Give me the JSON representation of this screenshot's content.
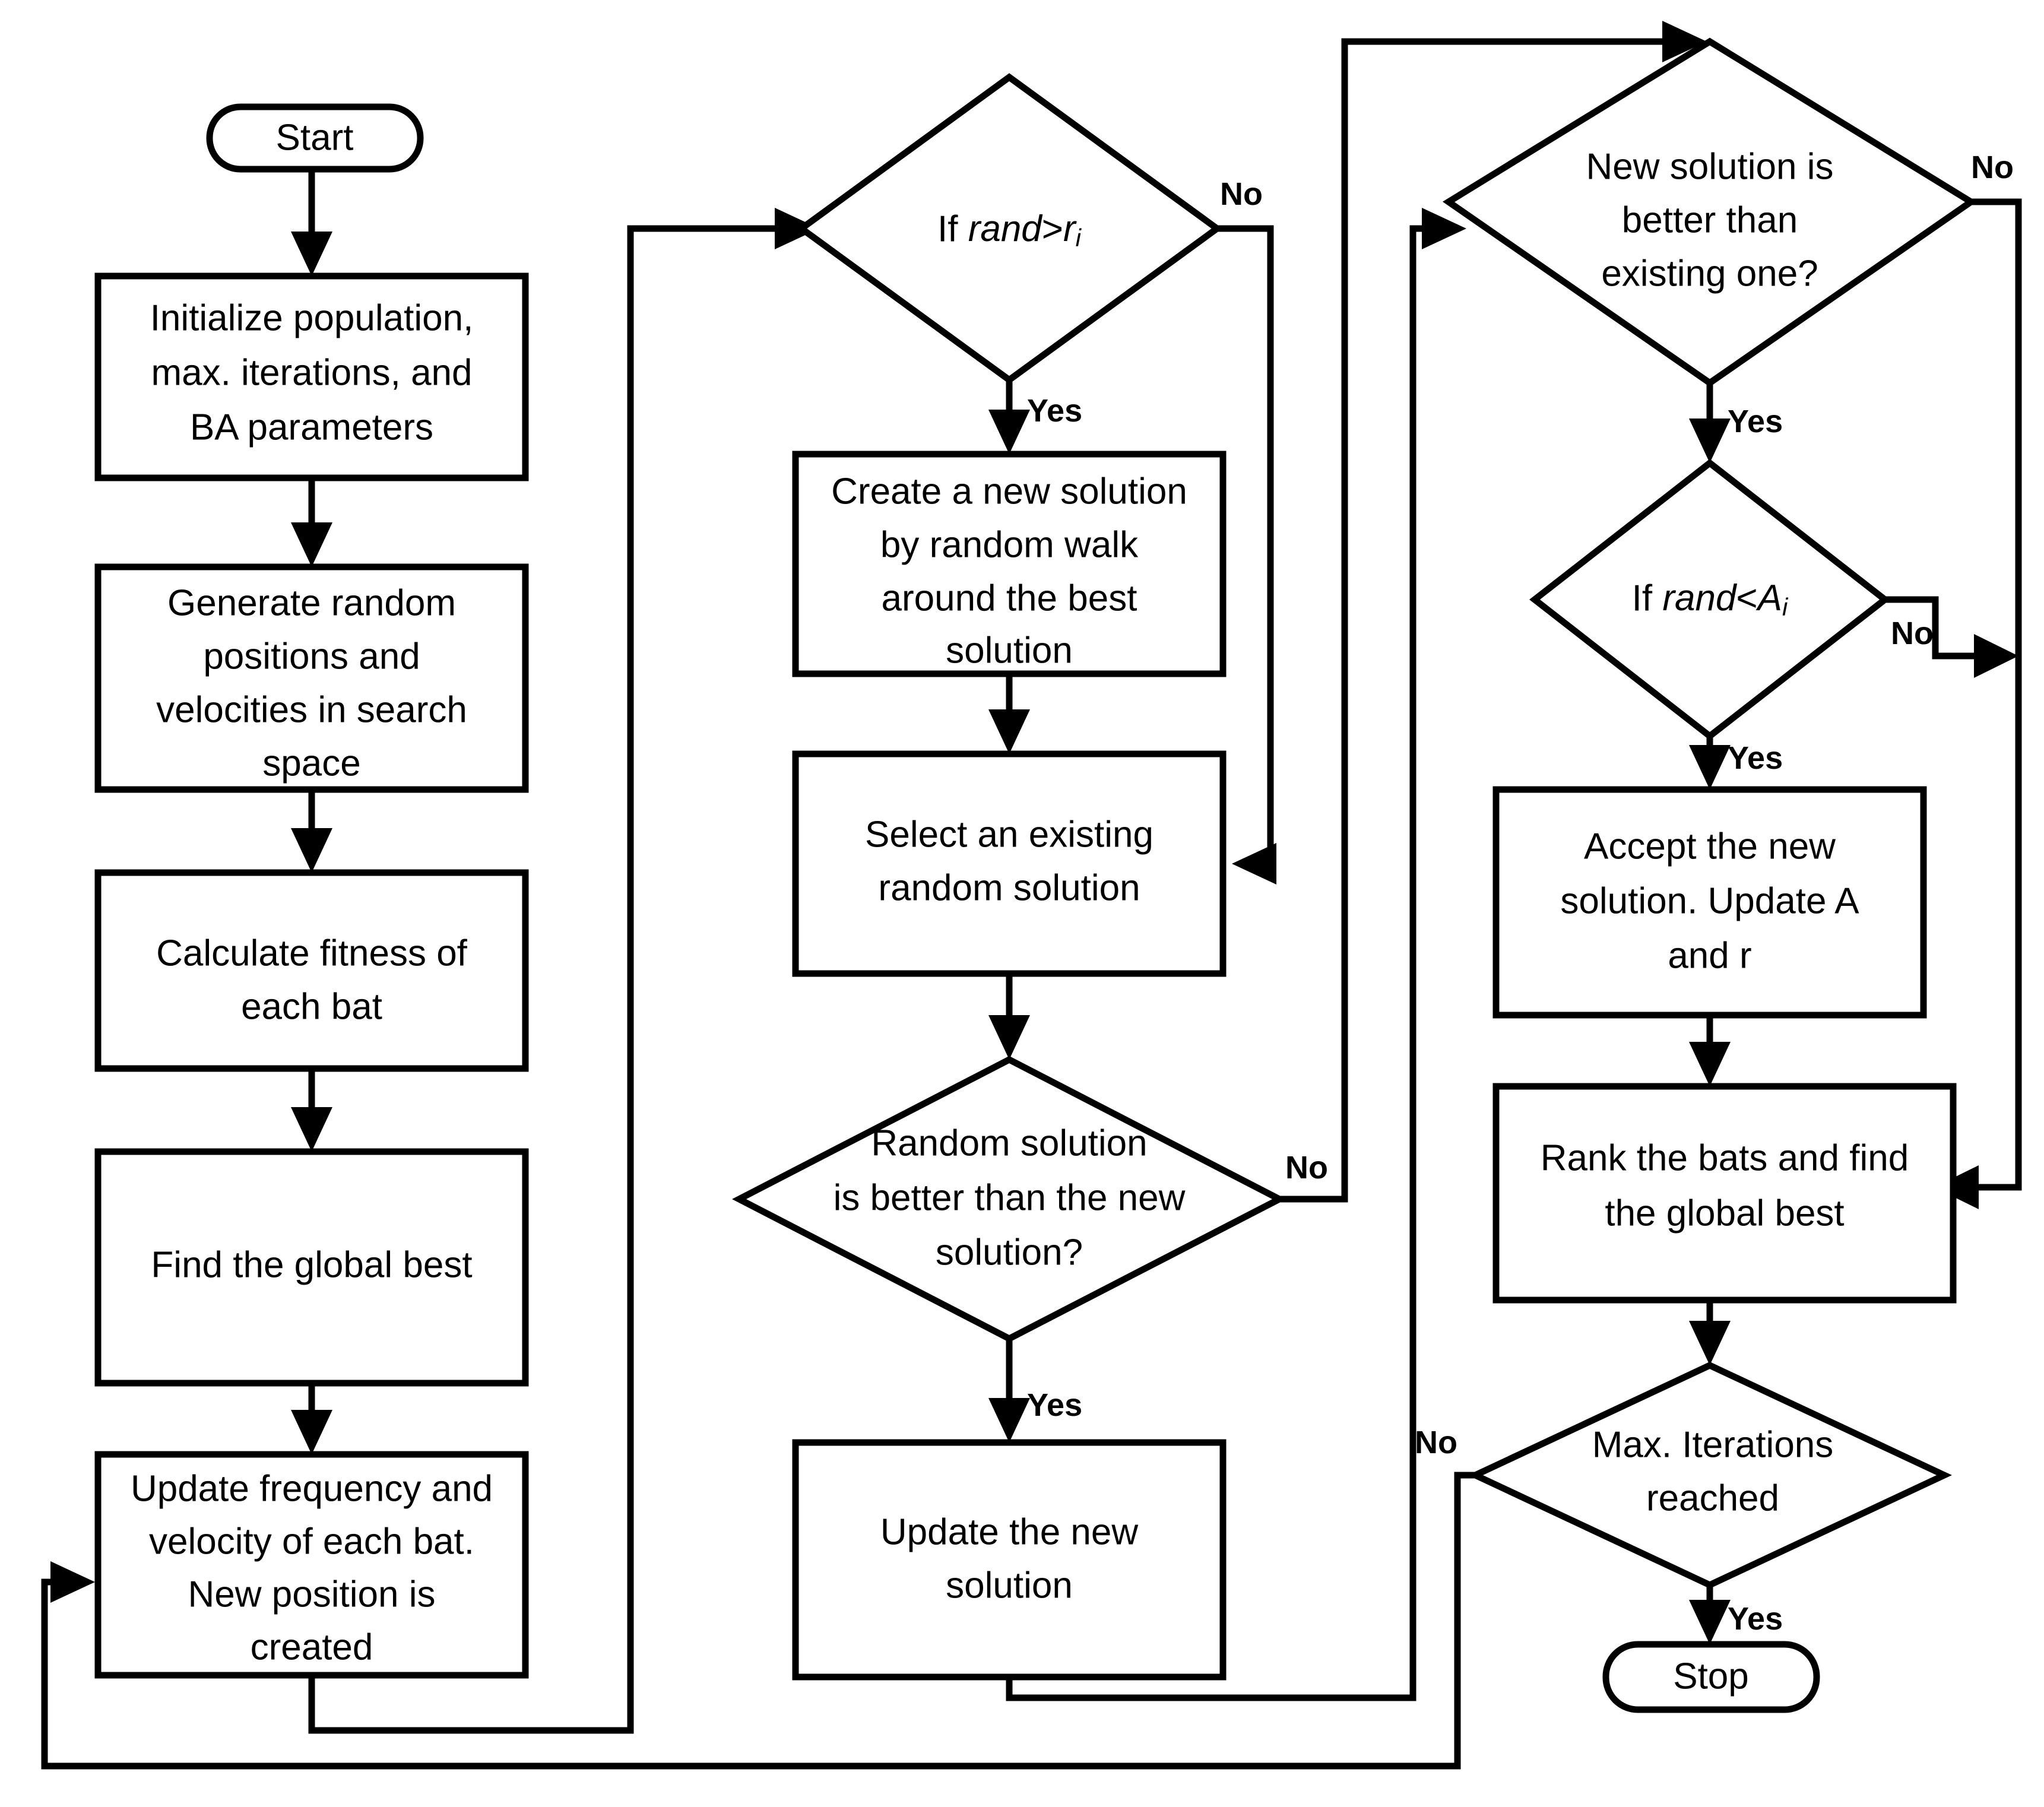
{
  "diagram": {
    "title": "Bat Algorithm (BA) flowchart",
    "colors": {
      "stroke": "#000000",
      "fill": "#ffffff",
      "text": "#000000"
    },
    "nodes": {
      "start": {
        "label": "Start",
        "shape": "terminator"
      },
      "initialize": {
        "lines": [
          "Initialize population,",
          "max. iterations, and",
          "BA parameters"
        ],
        "shape": "process"
      },
      "generate": {
        "lines": [
          "Generate random",
          "positions and",
          "velocities in search",
          "space"
        ],
        "shape": "process"
      },
      "fitness": {
        "lines": [
          "Calculate fitness of",
          "each bat"
        ],
        "shape": "process"
      },
      "globalbest": {
        "lines": [
          "Find the global best"
        ],
        "shape": "process"
      },
      "updatefreq": {
        "lines": [
          "Update frequency and",
          "velocity of each bat.",
          "New position is",
          "created"
        ],
        "shape": "process"
      },
      "ifrandr": {
        "lines": [
          "If rand>r_i"
        ],
        "shape": "decision",
        "text_plain": "If rand>ri"
      },
      "createnew": {
        "lines": [
          "Create a new solution",
          "by random walk",
          "around the best",
          "solution"
        ],
        "shape": "process"
      },
      "selectexisting": {
        "lines": [
          "Select an existing",
          "random solution"
        ],
        "shape": "process"
      },
      "randombetter": {
        "lines": [
          "Random solution",
          "is better than the new",
          "solution?"
        ],
        "shape": "decision"
      },
      "updatenew": {
        "lines": [
          "Update the new",
          "solution"
        ],
        "shape": "process"
      },
      "newbetter": {
        "lines": [
          "New solution is",
          "better than",
          "existing one?"
        ],
        "shape": "decision"
      },
      "ifranda": {
        "lines": [
          "If rand<A_i"
        ],
        "shape": "decision",
        "text_plain": "If rand<Ai"
      },
      "accept": {
        "lines": [
          "Accept the new",
          "solution. Update A",
          "and r"
        ],
        "shape": "process"
      },
      "rank": {
        "lines": [
          "Rank the bats and find",
          "the global best"
        ],
        "shape": "process"
      },
      "maxiter": {
        "lines": [
          "Max. Iterations",
          "reached"
        ],
        "shape": "decision"
      },
      "stop": {
        "label": "Stop",
        "shape": "terminator"
      }
    },
    "edge_labels": {
      "ifrandr_no": "No",
      "ifrandr_yes": "Yes",
      "randombetter_no": "No",
      "randombetter_yes": "Yes",
      "newbetter_no": "No",
      "newbetter_yes": "Yes",
      "ifranda_no": "No",
      "ifranda_yes": "Yes",
      "maxiter_no": "No",
      "maxiter_yes": "Yes"
    }
  }
}
